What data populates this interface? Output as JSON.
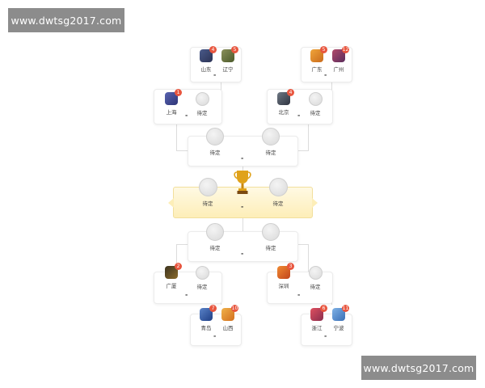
{
  "watermark": {
    "top": "www.dwtsg2017.com",
    "bottom": "www.dwtsg2017.com"
  },
  "bracket": {
    "upper_left_qf": {
      "team_a": {
        "name": "山东",
        "seed": "4"
      },
      "team_b": {
        "name": "辽宁",
        "seed": "5"
      },
      "score": "-"
    },
    "upper_right_qf": {
      "team_a": {
        "name": "广东",
        "seed": "5"
      },
      "team_b": {
        "name": "广州",
        "seed": "12"
      },
      "score": "-"
    },
    "upper_left_sf": {
      "team_a": {
        "name": "上海",
        "seed": "1"
      },
      "team_b": {
        "name": "待定"
      },
      "score": "-"
    },
    "upper_right_sf": {
      "team_a": {
        "name": "北京",
        "seed": "4"
      },
      "team_b": {
        "name": "待定"
      },
      "score": "-"
    },
    "upper_semifinal": {
      "team_a": {
        "name": "待定"
      },
      "team_b": {
        "name": "待定"
      },
      "score": "-"
    },
    "final": {
      "team_a": {
        "name": "待定"
      },
      "team_b": {
        "name": "待定"
      },
      "score": "-"
    },
    "lower_semifinal": {
      "team_a": {
        "name": "待定"
      },
      "team_b": {
        "name": "待定"
      },
      "score": "-"
    },
    "lower_left_sf": {
      "team_a": {
        "name": "广厦",
        "seed": "2"
      },
      "team_b": {
        "name": "待定"
      },
      "score": "-"
    },
    "lower_right_sf": {
      "team_a": {
        "name": "深圳",
        "seed": "3"
      },
      "team_b": {
        "name": "待定"
      },
      "score": "-"
    },
    "lower_left_qf": {
      "team_a": {
        "name": "青岛",
        "seed": "7"
      },
      "team_b": {
        "name": "山西",
        "seed": "10"
      },
      "score": "-"
    },
    "lower_right_qf": {
      "team_a": {
        "name": "浙江",
        "seed": "6"
      },
      "team_b": {
        "name": "宁波",
        "seed": "11"
      },
      "score": "-"
    }
  },
  "colors": {
    "seed_badge": "#e8563f",
    "final_bg": "#fdeeb8",
    "trophy": "#e0a21a",
    "connector": "#dcdcdc"
  }
}
